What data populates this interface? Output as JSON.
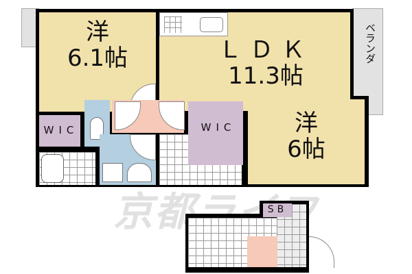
{
  "rooms": {
    "western1": {
      "name": "洋",
      "size": "6.1帖"
    },
    "ldk": {
      "name": "ＬＤＫ",
      "size": "11.3帖"
    },
    "veranda": "ベランダ",
    "wic1": "WIC",
    "wic2": "WIC",
    "western2": {
      "name": "洋",
      "size": "6帖"
    },
    "storage": "SB"
  },
  "watermark": "京都ライフ",
  "colors": {
    "room": "#f1e1ab",
    "closet": "#d1bdd1",
    "wet_area": "#b3cfe0",
    "entrance": "#f7c9b8",
    "veranda": "#e2e2e2"
  }
}
